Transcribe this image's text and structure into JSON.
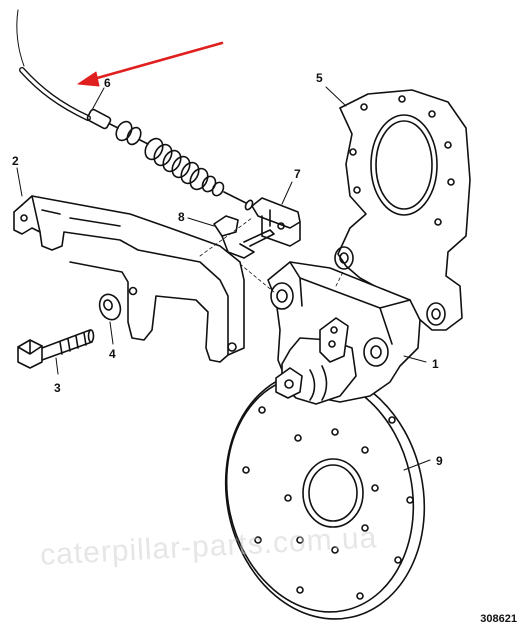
{
  "diagram": {
    "callouts": [
      {
        "id": "1",
        "label": "1"
      },
      {
        "id": "2",
        "label": "2"
      },
      {
        "id": "3",
        "label": "3"
      },
      {
        "id": "4",
        "label": "4"
      },
      {
        "id": "5",
        "label": "5"
      },
      {
        "id": "6",
        "label": "6"
      },
      {
        "id": "7",
        "label": "7"
      },
      {
        "id": "8",
        "label": "8"
      },
      {
        "id": "9",
        "label": "9"
      }
    ],
    "figure_number": "308621",
    "watermark": "caterpillar-parts.com.ua",
    "colors": {
      "ink": "#111111",
      "arrow": "#e0201f",
      "paper": "#ffffff"
    }
  }
}
